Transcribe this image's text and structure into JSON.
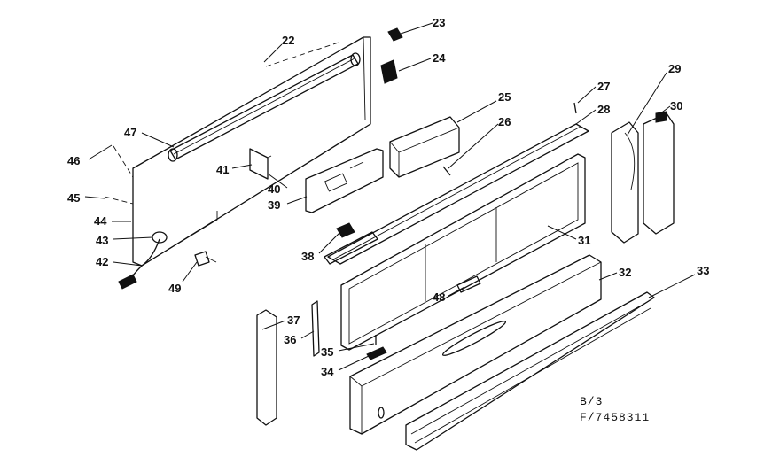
{
  "callouts": [
    {
      "id": "c22",
      "text": "22"
    },
    {
      "id": "c23",
      "text": "23"
    },
    {
      "id": "c24",
      "text": "24"
    },
    {
      "id": "c25",
      "text": "25"
    },
    {
      "id": "c26",
      "text": "26"
    },
    {
      "id": "c27",
      "text": "27"
    },
    {
      "id": "c28",
      "text": "28"
    },
    {
      "id": "c29",
      "text": "29"
    },
    {
      "id": "c30",
      "text": "30"
    },
    {
      "id": "c31",
      "text": "31"
    },
    {
      "id": "c32",
      "text": "32"
    },
    {
      "id": "c33",
      "text": "33"
    },
    {
      "id": "c34",
      "text": "34"
    },
    {
      "id": "c35",
      "text": "35"
    },
    {
      "id": "c36",
      "text": "36"
    },
    {
      "id": "c37",
      "text": "37"
    },
    {
      "id": "c38",
      "text": "38"
    },
    {
      "id": "c39",
      "text": "39"
    },
    {
      "id": "c40",
      "text": "40"
    },
    {
      "id": "c41",
      "text": "41"
    },
    {
      "id": "c42",
      "text": "42"
    },
    {
      "id": "c43",
      "text": "43"
    },
    {
      "id": "c44",
      "text": "44"
    },
    {
      "id": "c45",
      "text": "45"
    },
    {
      "id": "c46",
      "text": "46"
    },
    {
      "id": "c47",
      "text": "47"
    },
    {
      "id": "c48",
      "text": "48"
    },
    {
      "id": "c49",
      "text": "49"
    }
  ],
  "caption": {
    "line1": "B/3",
    "line2": "F/7458311"
  }
}
